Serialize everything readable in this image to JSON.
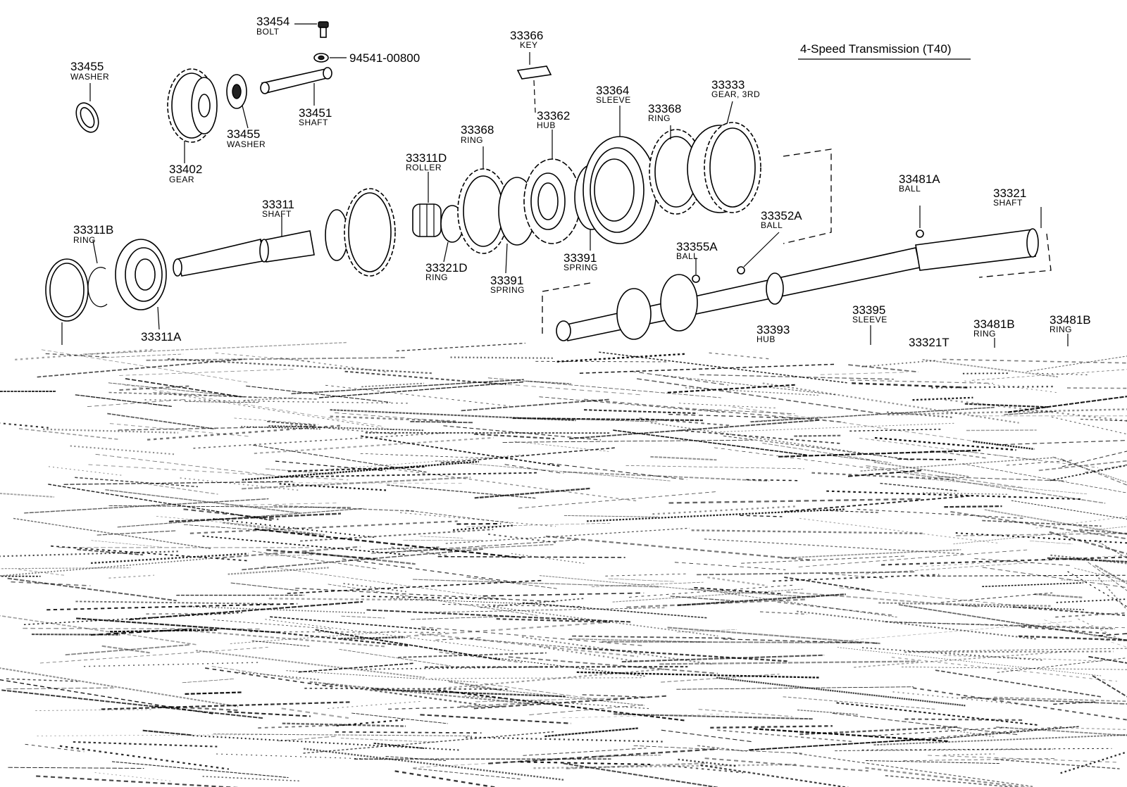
{
  "title": "4-Speed Transmission (T40)",
  "parts": [
    {
      "id": "33454",
      "number": "33454",
      "name": "BOLT"
    },
    {
      "id": "94541",
      "number": "94541-00800",
      "name": ""
    },
    {
      "id": "33455a",
      "number": "33455",
      "name": "WASHER"
    },
    {
      "id": "33402",
      "number": "33402",
      "name": "GEAR"
    },
    {
      "id": "33455b",
      "number": "33455",
      "name": "WASHER"
    },
    {
      "id": "33451",
      "number": "33451",
      "name": "SHAFT"
    },
    {
      "id": "33366",
      "number": "33366",
      "name": "KEY"
    },
    {
      "id": "33364",
      "number": "33364",
      "name": "SLEEVE"
    },
    {
      "id": "33368a",
      "number": "33368",
      "name": "RING"
    },
    {
      "id": "33333",
      "number": "33333",
      "name": "GEAR, 3RD"
    },
    {
      "id": "33362",
      "number": "33362",
      "name": "HUB"
    },
    {
      "id": "33368b",
      "number": "33368",
      "name": "RING"
    },
    {
      "id": "33311D",
      "number": "33311D",
      "name": "ROLLER"
    },
    {
      "id": "33311",
      "number": "33311",
      "name": "SHAFT"
    },
    {
      "id": "33311B",
      "number": "33311B",
      "name": "RING"
    },
    {
      "id": "33321D",
      "number": "33321D",
      "name": "RING"
    },
    {
      "id": "33391a",
      "number": "33391",
      "name": "SPRING"
    },
    {
      "id": "33391b",
      "number": "33391",
      "name": "SPRING"
    },
    {
      "id": "33311A",
      "number": "33311A",
      "name": ""
    },
    {
      "id": "33481A",
      "number": "33481A",
      "name": "BALL"
    },
    {
      "id": "33321",
      "number": "33321",
      "name": "SHAFT"
    },
    {
      "id": "33352A",
      "number": "33352A",
      "name": "BALL"
    },
    {
      "id": "33355A",
      "number": "33355A",
      "name": "BALL"
    },
    {
      "id": "33393",
      "number": "33393",
      "name": "HUB"
    },
    {
      "id": "33395",
      "number": "33395",
      "name": "SLEEVE"
    },
    {
      "id": "33481Ba",
      "number": "33481B",
      "name": "RING"
    },
    {
      "id": "33481Bb",
      "number": "33481B",
      "name": "RING"
    },
    {
      "id": "33321T",
      "number": "33321T",
      "name": ""
    }
  ]
}
